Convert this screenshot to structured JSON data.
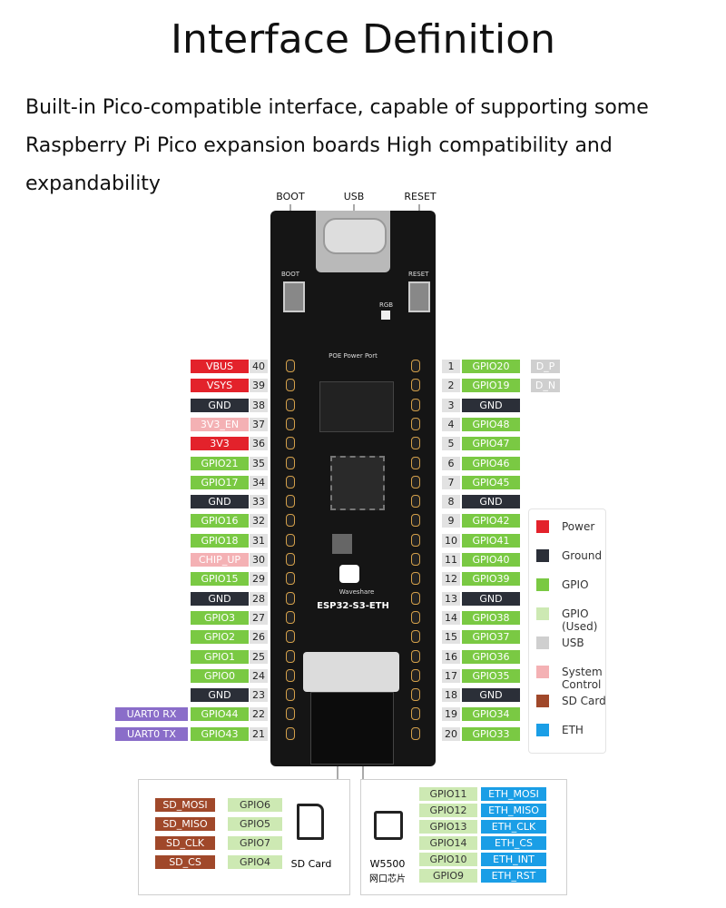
{
  "title": "Interface Definition",
  "description": "Built-in Pico-compatible interface, capable of supporting some Raspberry Pi Pico expansion boards High compatibility and expandability",
  "board": {
    "name": "ESP32-S3-ETH",
    "brand": "Waveshare",
    "poe_label": "POE Power Port",
    "top_labels": {
      "boot": "BOOT",
      "usb": "USB",
      "reset": "RESET"
    },
    "silk": {
      "boot": "BOOT",
      "reset": "RESET",
      "rgb": "RGB"
    }
  },
  "colors": {
    "power": "#e3222b",
    "ground": "#2b2f38",
    "gpio": "#7ac943",
    "gpio_used": "#cde9b3",
    "usb": "#cfcfcf",
    "system": "#f4b1b4",
    "sd": "#a0482a",
    "eth": "#1a9ee6",
    "uart": "#8a6dc9"
  },
  "left_pins": [
    {
      "num": "40",
      "label": "VBUS",
      "type": "power"
    },
    {
      "num": "39",
      "label": "VSYS",
      "type": "power"
    },
    {
      "num": "38",
      "label": "GND",
      "type": "ground"
    },
    {
      "num": "37",
      "label": "3V3_EN",
      "type": "sys"
    },
    {
      "num": "36",
      "label": "3V3",
      "type": "power"
    },
    {
      "num": "35",
      "label": "GPIO21",
      "type": "gpio"
    },
    {
      "num": "34",
      "label": "GPIO17",
      "type": "gpio"
    },
    {
      "num": "33",
      "label": "GND",
      "type": "ground"
    },
    {
      "num": "32",
      "label": "GPIO16",
      "type": "gpio"
    },
    {
      "num": "31",
      "label": "GPIO18",
      "type": "gpio"
    },
    {
      "num": "30",
      "label": "CHIP_UP",
      "type": "sys"
    },
    {
      "num": "29",
      "label": "GPIO15",
      "type": "gpio"
    },
    {
      "num": "28",
      "label": "GND",
      "type": "ground"
    },
    {
      "num": "27",
      "label": "GPIO3",
      "type": "gpio"
    },
    {
      "num": "26",
      "label": "GPIO2",
      "type": "gpio"
    },
    {
      "num": "25",
      "label": "GPIO1",
      "type": "gpio"
    },
    {
      "num": "24",
      "label": "GPIO0",
      "type": "gpio"
    },
    {
      "num": "23",
      "label": "GND",
      "type": "ground"
    },
    {
      "num": "22",
      "label": "GPIO44",
      "type": "gpio",
      "extra": "UART0 RX"
    },
    {
      "num": "21",
      "label": "GPIO43",
      "type": "gpio",
      "extra": "UART0 TX"
    }
  ],
  "right_pins": [
    {
      "num": "1",
      "label": "GPIO20",
      "type": "gpio",
      "extra": "D_P"
    },
    {
      "num": "2",
      "label": "GPIO19",
      "type": "gpio",
      "extra": "D_N"
    },
    {
      "num": "3",
      "label": "GND",
      "type": "ground"
    },
    {
      "num": "4",
      "label": "GPIO48",
      "type": "gpio"
    },
    {
      "num": "5",
      "label": "GPIO47",
      "type": "gpio"
    },
    {
      "num": "6",
      "label": "GPIO46",
      "type": "gpio"
    },
    {
      "num": "7",
      "label": "GPIO45",
      "type": "gpio"
    },
    {
      "num": "8",
      "label": "GND",
      "type": "ground"
    },
    {
      "num": "9",
      "label": "GPIO42",
      "type": "gpio"
    },
    {
      "num": "10",
      "label": "GPIO41",
      "type": "gpio"
    },
    {
      "num": "11",
      "label": "GPIO40",
      "type": "gpio"
    },
    {
      "num": "12",
      "label": "GPIO39",
      "type": "gpio"
    },
    {
      "num": "13",
      "label": "GND",
      "type": "ground"
    },
    {
      "num": "14",
      "label": "GPIO38",
      "type": "gpio"
    },
    {
      "num": "15",
      "label": "GPIO37",
      "type": "gpio"
    },
    {
      "num": "16",
      "label": "GPIO36",
      "type": "gpio"
    },
    {
      "num": "17",
      "label": "GPIO35",
      "type": "gpio"
    },
    {
      "num": "18",
      "label": "GND",
      "type": "ground"
    },
    {
      "num": "19",
      "label": "GPIO34",
      "type": "gpio"
    },
    {
      "num": "20",
      "label": "GPIO33",
      "type": "gpio"
    }
  ],
  "legend": [
    {
      "label": "Power",
      "type": "power"
    },
    {
      "label": "Ground",
      "type": "ground"
    },
    {
      "label": "GPIO",
      "type": "gpio"
    },
    {
      "label": "GPIO (Used)",
      "type": "gpio_used"
    },
    {
      "label": "USB",
      "type": "usb"
    },
    {
      "label": "System Control",
      "type": "sys"
    },
    {
      "label": "SD Card",
      "type": "sd"
    },
    {
      "label": "ETH",
      "type": "eth"
    }
  ],
  "sd_card": {
    "label": "SD Card",
    "rows": [
      {
        "signal": "SD_MOSI",
        "gpio": "GPIO6"
      },
      {
        "signal": "SD_MISO",
        "gpio": "GPIO5"
      },
      {
        "signal": "SD_CLK",
        "gpio": "GPIO7"
      },
      {
        "signal": "SD_CS",
        "gpio": "GPIO4"
      }
    ]
  },
  "eth_chip": {
    "label": "W5500",
    "sublabel": "网口芯片",
    "rows": [
      {
        "gpio": "GPIO11",
        "signal": "ETH_MOSI"
      },
      {
        "gpio": "GPIO12",
        "signal": "ETH_MISO"
      },
      {
        "gpio": "GPIO13",
        "signal": "ETH_CLK"
      },
      {
        "gpio": "GPIO14",
        "signal": "ETH_CS"
      },
      {
        "gpio": "GPIO10",
        "signal": "ETH_INT"
      },
      {
        "gpio": "GPIO9",
        "signal": "ETH_RST"
      }
    ]
  }
}
